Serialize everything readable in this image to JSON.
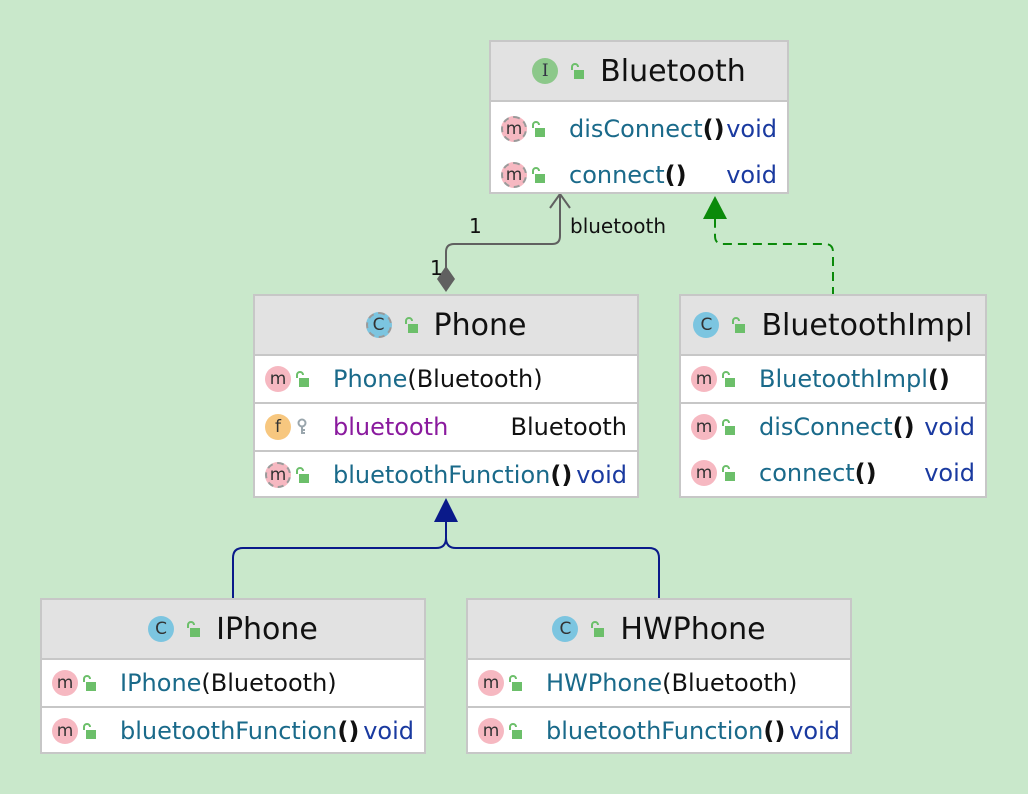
{
  "classes": {
    "bluetooth": {
      "title": "Bluetooth",
      "stereotype_icon": "I",
      "methods": [
        {
          "name": "disConnect",
          "parens": "()",
          "return": "void"
        },
        {
          "name": "connect",
          "parens": "()",
          "return": "void"
        }
      ]
    },
    "phone": {
      "title": "Phone",
      "stereotype_icon": "C",
      "constructor": {
        "name": "Phone",
        "args": "(Bluetooth)"
      },
      "field": {
        "name": "bluetooth",
        "type": "Bluetooth",
        "icon": "f"
      },
      "method": {
        "name": "bluetoothFunction",
        "parens": "()",
        "return": "void"
      }
    },
    "bluetoothimpl": {
      "title": "BluetoothImpl",
      "stereotype_icon": "C",
      "constructor": {
        "name": "BluetoothImpl",
        "parens": "()"
      },
      "methods": [
        {
          "name": "disConnect",
          "parens": "()",
          "return": "void"
        },
        {
          "name": "connect",
          "parens": "()",
          "return": "void"
        }
      ]
    },
    "iphone": {
      "title": "IPhone",
      "stereotype_icon": "C",
      "constructor": {
        "name": "IPhone",
        "args": "(Bluetooth)"
      },
      "method": {
        "name": "bluetoothFunction",
        "parens": "()",
        "return": "void"
      }
    },
    "hwphone": {
      "title": "HWPhone",
      "stereotype_icon": "C",
      "constructor": {
        "name": "HWPhone",
        "args": "(Bluetooth)"
      },
      "method": {
        "name": "bluetoothFunction",
        "parens": "()",
        "return": "void"
      }
    }
  },
  "badges": {
    "method": "m",
    "field": "f"
  },
  "relations": {
    "composition": {
      "source_multiplicity": "1",
      "target_multiplicity": "1",
      "role": "bluetooth"
    }
  },
  "colors": {
    "background": "#c9e8cb",
    "composition_line": "#606060",
    "realization_line": "#0a8a0a",
    "inheritance_line": "#0a1a8a"
  }
}
